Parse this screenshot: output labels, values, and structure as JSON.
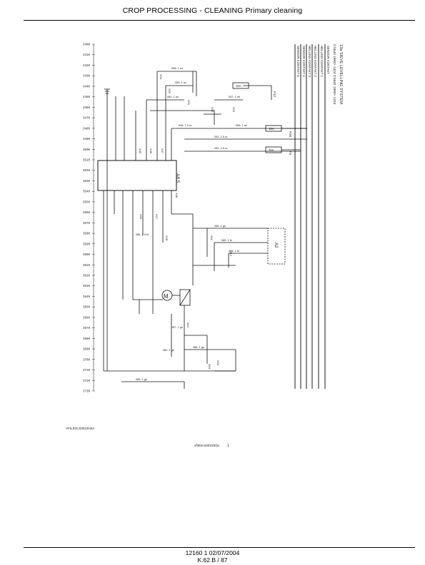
{
  "header": {
    "title": "CROP PROCESSING - CLEANING Primary cleaning"
  },
  "diagram": {
    "title_block": [
      "13a SIEVE LEVELLING SYSTEM",
      "CS540    1993>   1324    CS640       1993>   1324"
    ],
    "legend_lines": [
      "SENSOR KONTAKT",
      "HELLING KONTAKT 1",
      "HELLING KONTAKT 2",
      "HELLING KONTAKT 3",
      "SENSOR KONTAKT 4",
      "SENSOR KONTAKT 5"
    ],
    "ruler_labels": [
      "3400",
      "3410",
      "3420",
      "3430",
      "3440",
      "3450",
      "3460",
      "3470",
      "3480",
      "3490",
      "3500",
      "3510",
      "3520",
      "3530",
      "3540",
      "3550",
      "3560",
      "3570",
      "3580",
      "3590",
      "3600",
      "3610",
      "3620",
      "3630",
      "3640",
      "3650",
      "3660",
      "3670",
      "3680",
      "3690",
      "3700",
      "3710",
      "3720",
      "3730"
    ],
    "module_label": "A8.5",
    "connector_label": "A2",
    "motor_label": "M",
    "fuse_labels": [
      "F12",
      "F28",
      "F2"
    ],
    "fuse_ratings": [
      "10A",
      "15A",
      "25A"
    ],
    "wire_labels": [
      "058- 1 wt",
      "059- 1 wt",
      "060- 1 wt",
      "057- 1 wt",
      "065- 1 wt",
      "051- 2.5 or",
      "052- 2.5 or",
      "046- 1.5 or",
      "086- 1 gn",
      "085- 1 bl",
      "084- 1 bl",
      "080- 1 gn",
      "086- 2.5 bl",
      "087- 1 gn",
      "088- 1 gn",
      "085- 1 gn"
    ],
    "connector_tags": [
      "X24",
      "X25",
      "X31",
      "X32",
      "X33",
      "X45",
      "X46",
      "X47",
      "X48",
      "X26",
      "X27",
      "X28",
      "X11",
      "X12",
      "X13",
      "X19",
      "X20"
    ],
    "image_code": "VFIL04CS0022H0A",
    "figure_caption": "vfil04cs0022h0a",
    "figure_number": "1"
  },
  "footer": {
    "doc_ref": "12160 1 02/07/2004",
    "page_ref": "K.62.B / 87"
  }
}
